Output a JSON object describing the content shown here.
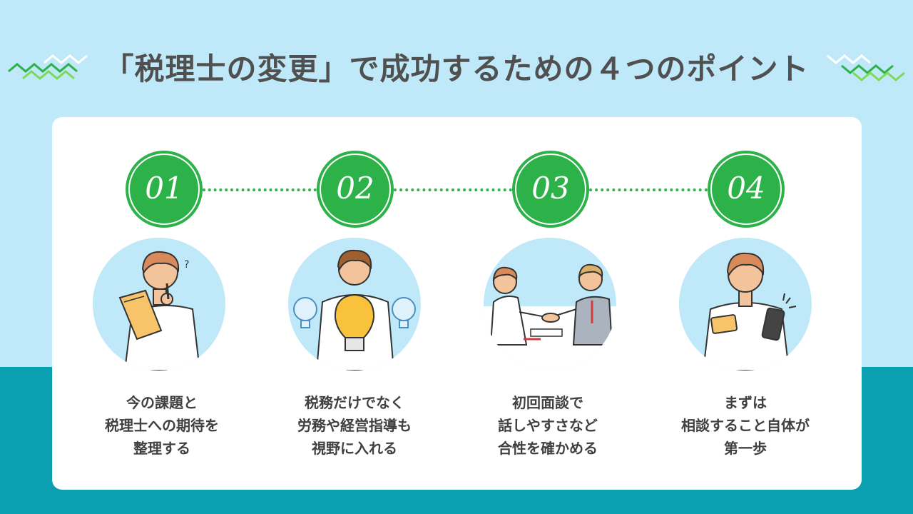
{
  "title": "「税理士の変更」で成功するための４つのポイント",
  "colors": {
    "sky": "#bfe9f8",
    "teal": "#0a9fb1",
    "green": "#2db24a",
    "title_text": "#505050",
    "body_text": "#404040"
  },
  "points": [
    {
      "number": "01",
      "lines": [
        "今の課題と",
        "税理士への期待を",
        "整理する"
      ]
    },
    {
      "number": "02",
      "lines": [
        "税務だけでなく",
        "労務や経営指導も",
        "視野に入れる"
      ]
    },
    {
      "number": "03",
      "lines": [
        "初回面談で",
        "話しやすさなど",
        "合性を確かめる"
      ]
    },
    {
      "number": "04",
      "lines": [
        "まずは",
        "相談すること自体が",
        "第一歩"
      ]
    }
  ]
}
